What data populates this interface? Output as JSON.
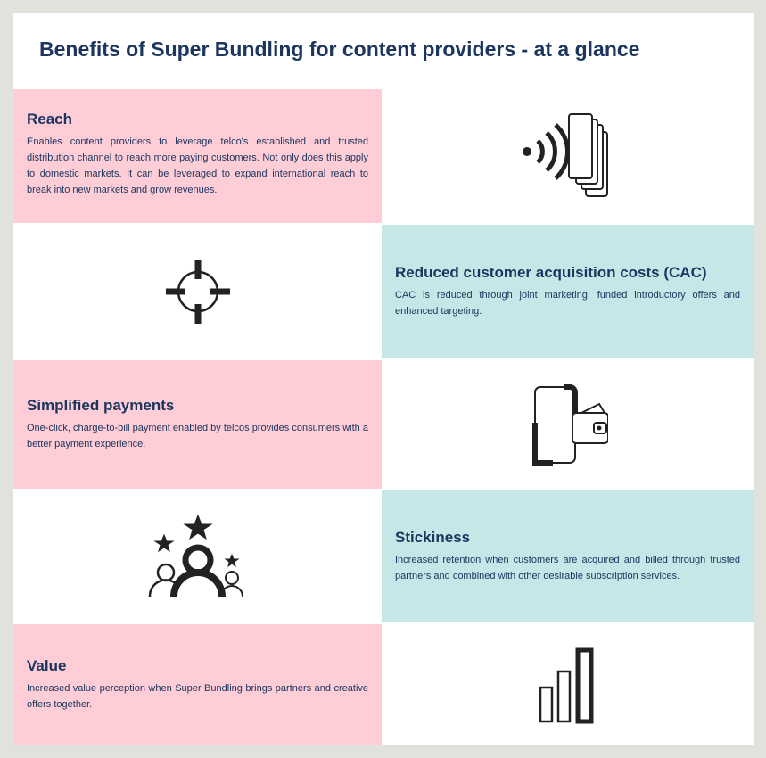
{
  "title": "Benefits of Super Bundling for content providers - at a glance",
  "items": [
    {
      "heading": "Reach",
      "text": "Enables content providers to leverage telco's established and trusted distribution channel to reach more paying customers. Not only does this apply to domestic markets. It can be leveraged to expand international reach to break into new markets and grow revenues.",
      "icon": "wireless-phones-icon"
    },
    {
      "heading": "Reduced customer acquisition costs (CAC)",
      "text": "CAC is reduced through joint marketing, funded introductory offers and enhanced targeting.",
      "icon": "target-crosshair-icon"
    },
    {
      "heading": "Simplified payments",
      "text": "One-click, charge-to-bill payment enabled by telcos provides consumers with a better payment experience.",
      "icon": "phone-wallet-icon"
    },
    {
      "heading": "Stickiness",
      "text": "Increased retention when customers are acquired and billed through trusted partners and combined with other desirable subscription services.",
      "icon": "users-stars-icon"
    },
    {
      "heading": "Value",
      "text": "Increased value perception when Super Bundling brings partners and creative offers together.",
      "icon": "bar-chart-icon"
    }
  ],
  "colors": {
    "pink": "#fecdd5",
    "teal": "#c6e7e7",
    "navy": "#1c3660"
  }
}
